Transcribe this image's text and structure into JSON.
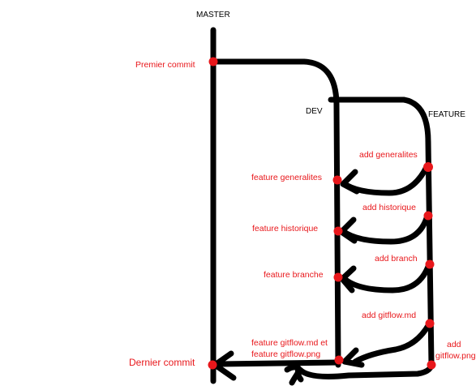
{
  "branches": {
    "master": "MASTER",
    "dev": "DEV",
    "feature": "FEATURE"
  },
  "master_commits": {
    "first": "Premier commit",
    "last": "Dernier commit"
  },
  "feature_commits": [
    "add generalites",
    "add historique",
    "add branch",
    "add gitflow.md",
    "add gitflow.png"
  ],
  "dev_merges": [
    "feature generalites",
    "feature historique",
    "feature branche",
    "feature gitflow.md et feature gitflow.png"
  ],
  "colors": {
    "line": "#000000",
    "dot": "#e8171b",
    "label": "#e8171b",
    "branch_label": "#000000"
  }
}
